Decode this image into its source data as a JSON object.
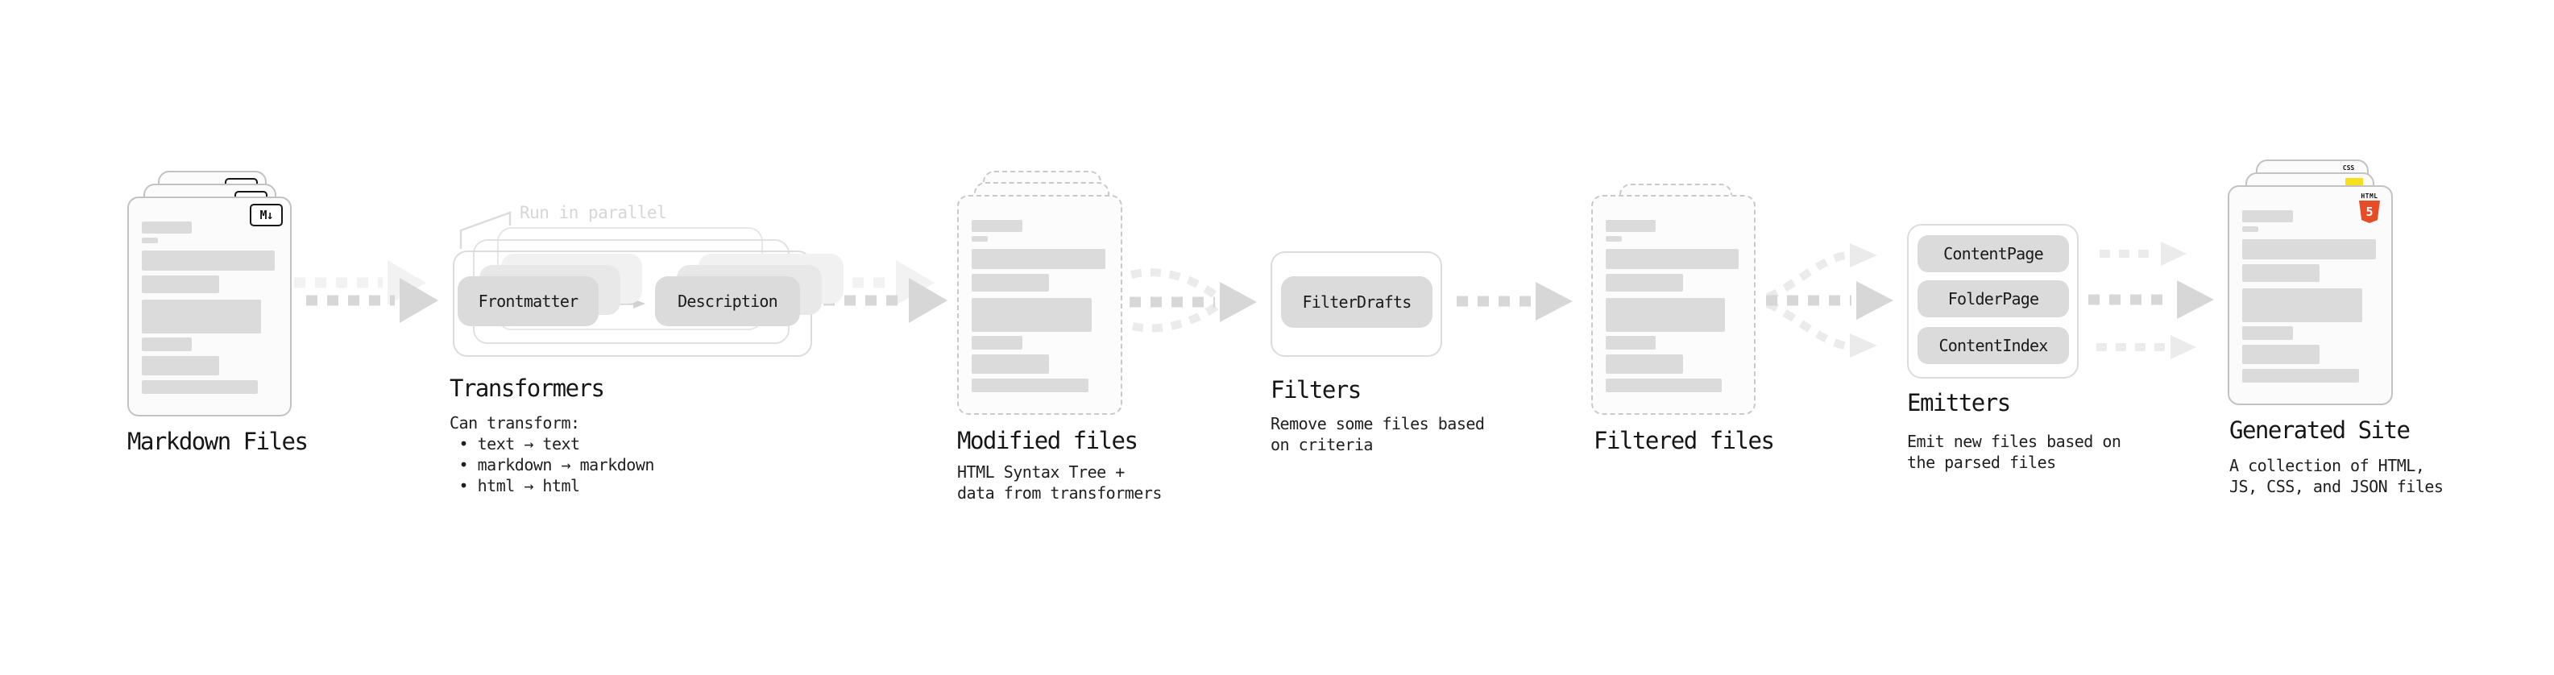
{
  "colors": {
    "ink": "#161616",
    "card_border": "#c2c2c2",
    "bar": "#dbdbdb",
    "pill": "#dbdbdb",
    "arrow": "#d7d7d7",
    "arrow_light": "#ebebeb",
    "arrow_ghost": "#f2f2f2",
    "muted_note": "#d6d6d6",
    "html5_orange": "#e44d26",
    "js_yellow": "#f7df1e",
    "css_blue": "#2f63e0"
  },
  "stages": {
    "markdown": {
      "label": "Markdown Files",
      "icon": "M↓"
    },
    "transformers": {
      "title": "Transformers",
      "note": "Run in parallel",
      "box1": "Frontmatter",
      "box2": "Description",
      "desc": "Can transform:\n • text → text\n • markdown → markdown\n • html → html"
    },
    "modified": {
      "label": "Modified files",
      "desc": "HTML Syntax Tree +\ndata from transformers"
    },
    "filters": {
      "title": "Filters",
      "box": "FilterDrafts",
      "desc": "Remove some files based\non criteria"
    },
    "filtered": {
      "label": "Filtered files"
    },
    "emitters": {
      "title": "Emitters",
      "boxes": [
        "ContentPage",
        "FolderPage",
        "ContentIndex"
      ],
      "desc": "Emit new files based on\nthe parsed files"
    },
    "generated": {
      "label": "Generated Site",
      "desc": "A collection of HTML,\nJS, CSS, and JSON files",
      "icon_html": "HTML",
      "icon_five": "5",
      "icon_css": "CSS"
    }
  }
}
